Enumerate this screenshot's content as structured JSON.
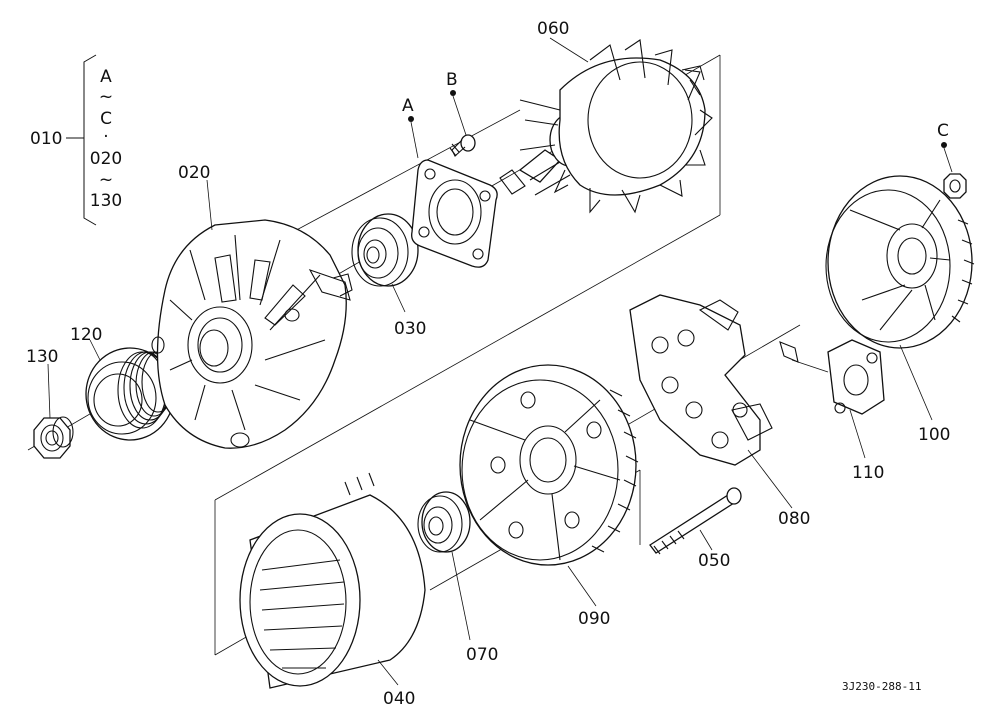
{
  "diagram": {
    "figure_id": "3J230-288-11",
    "group_label": {
      "part": "010",
      "lines": [
        "A",
        "~",
        "C",
        "·",
        "020",
        "~",
        "130"
      ]
    },
    "callouts": [
      {
        "id": "020",
        "part": "housing-front"
      },
      {
        "id": "030",
        "part": "bearing-front"
      },
      {
        "id": "A_plate",
        "text": "A",
        "part": "retainer-plate"
      },
      {
        "id": "B",
        "text": "B",
        "part": "screw"
      },
      {
        "id": "060",
        "part": "rotor"
      },
      {
        "id": "C",
        "text": "C",
        "part": "nut"
      },
      {
        "id": "100",
        "part": "rear-cover"
      },
      {
        "id": "110",
        "part": "regulator"
      },
      {
        "id": "080",
        "part": "rectifier"
      },
      {
        "id": "050",
        "part": "through-bolt"
      },
      {
        "id": "090",
        "part": "housing-rear"
      },
      {
        "id": "070",
        "part": "bearing-rear"
      },
      {
        "id": "040",
        "part": "stator"
      },
      {
        "id": "120",
        "part": "pulley"
      },
      {
        "id": "130",
        "part": "pulley-nut"
      }
    ]
  }
}
